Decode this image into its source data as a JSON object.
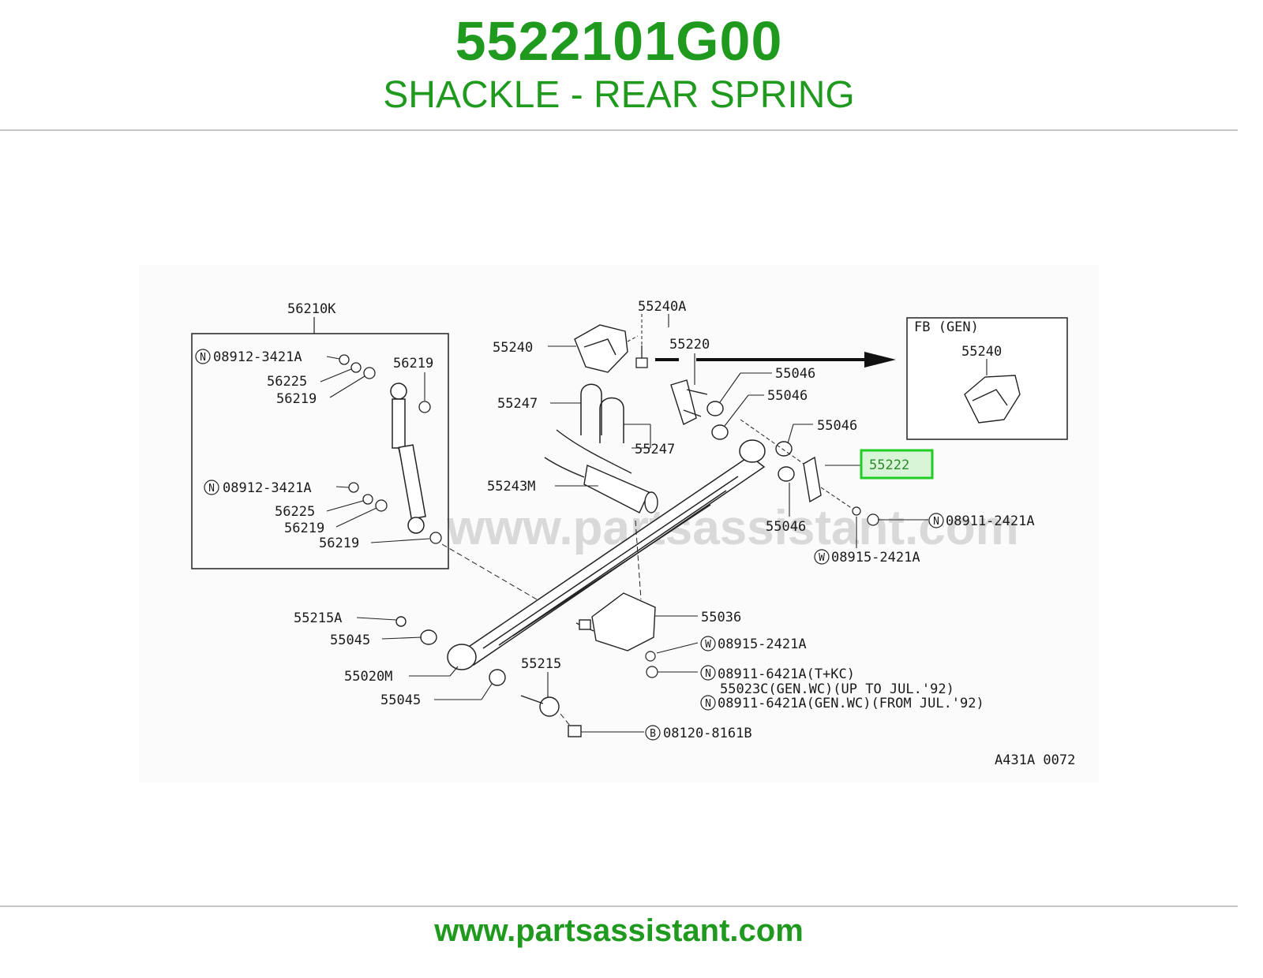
{
  "header": {
    "part_number": "5522101G00",
    "part_name": "SHACKLE - REAR SPRING"
  },
  "footer": {
    "url": "www.partsassistant.com"
  },
  "diagram": {
    "watermark": "www.partsassistant.com",
    "code": "A431A 0072",
    "inset_title": "FB (GEN)",
    "highlight_color": "#22cc22",
    "brand_color": "#1f9a1f",
    "labels": {
      "l_56210K": "56210K",
      "l_08912_1": "08912-3421A",
      "l_56225_1": "56225",
      "l_56219_1": "56219",
      "l_56219_2": "56219",
      "l_08912_2": "08912-3421A",
      "l_56225_2": "56225",
      "l_56219_3": "56219",
      "l_56219_4": "56219",
      "l_55240A": "55240A",
      "l_55240": "55240",
      "l_55220": "55220",
      "l_55046_1": "55046",
      "l_55046_2": "55046",
      "l_55046_3": "55046",
      "l_55046_4": "55046",
      "l_55247_1": "55247",
      "l_55247_2": "55247",
      "l_55243M": "55243M",
      "l_55222": "55222",
      "l_08911_2421A": "08911-2421A",
      "l_08915_2421A_1": "08915-2421A",
      "l_55036": "55036",
      "l_08915_2421A_2": "08915-2421A",
      "l_08911_6421A_1": "08911-6421A(T+KC)",
      "l_55023C": "55023C(GEN.WC)(UP TO JUL.'92)",
      "l_08911_6421A_2": "08911-6421A(GEN.WC)(FROM JUL.'92)",
      "l_55215A": "55215A",
      "l_55045_1": "55045",
      "l_55020M": "55020M",
      "l_55045_2": "55045",
      "l_55215": "55215",
      "l_08120_8161B": "08120-8161B",
      "l_inset_55240": "55240"
    },
    "prefix": {
      "N": "N",
      "W": "W",
      "B": "B"
    }
  }
}
